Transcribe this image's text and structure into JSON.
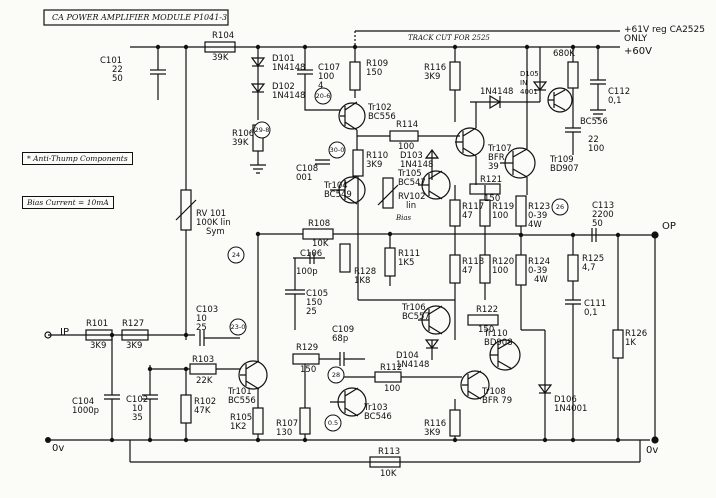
{
  "title": "CA POWER AMPLIFIER MODULE   P1041-3",
  "rails": {
    "v61": "+61V reg CA2525 ONLY",
    "v60": "+60V",
    "track_cut": "TRACK CUT FOR 2525"
  },
  "notes": {
    "anti_thump": "* Anti-Thump Components",
    "bias": "Bias Current = 10mA"
  },
  "io": {
    "input": "IP",
    "output": "OP",
    "ground_left": "0v",
    "ground_right": "0v"
  },
  "components": {
    "C101": [
      "C101",
      "22",
      "50"
    ],
    "R104": [
      "R104",
      "39K"
    ],
    "D101": [
      "D101",
      "1N4148"
    ],
    "D102": [
      "D102",
      "1N4148"
    ],
    "C107": [
      "C107",
      "100",
      "4"
    ],
    "R109": [
      "R109",
      "150"
    ],
    "R116a": [
      "R116",
      "3K9"
    ],
    "TR102": [
      "Tr102",
      "BC556"
    ],
    "R106": [
      "R106",
      "39K"
    ],
    "R114": [
      "R114",
      "100"
    ],
    "D1N4148": "1N4148",
    "TR107": [
      "Tr107",
      "BFR",
      "39"
    ],
    "TR109": [
      "Tr109",
      "BD907"
    ],
    "D105": [
      "D105",
      "IN",
      "4001"
    ],
    "R680": "680K",
    "C112": [
      "C112",
      "0,1"
    ],
    "BC556b": "BC556",
    "C22": [
      "22",
      "100"
    ],
    "R110": [
      "R110",
      "3K9"
    ],
    "D103": [
      "D103",
      "1N4148"
    ],
    "C108": [
      "C108",
      "001"
    ],
    "TR104": [
      "Tr104",
      "BC549"
    ],
    "TR105": [
      "Tr105",
      "BC547"
    ],
    "RV102": [
      "RV102",
      "lin"
    ],
    "bias_label": "Bias",
    "R117": [
      "R117",
      "47"
    ],
    "R119": [
      "R119",
      "100"
    ],
    "R121": [
      "R121",
      "150"
    ],
    "R123": [
      "R123",
      "0-39",
      "4W"
    ],
    "C113": [
      "C113",
      "2200",
      "50"
    ],
    "RV101": [
      "RV 101",
      "100K lin",
      "Sym"
    ],
    "R108": [
      "R108",
      "10K"
    ],
    "C106": [
      "C106",
      "100p"
    ],
    "R128": [
      "R128",
      "1K8"
    ],
    "R111": [
      "R111",
      "1K5"
    ],
    "R118": [
      "R118",
      "47"
    ],
    "R120": [
      "R120",
      "100"
    ],
    "R124": [
      "R124",
      "0-39",
      "4W"
    ],
    "R125": [
      "R125",
      "4,7"
    ],
    "C105": [
      "C105",
      "150",
      "25"
    ],
    "TR106": [
      "Tr106",
      "BC557"
    ],
    "R122": [
      "R122",
      "150"
    ],
    "C111": [
      "C111",
      "0,1"
    ],
    "R101": [
      "R101",
      "3K9"
    ],
    "R127": [
      "R127",
      "3K9"
    ],
    "C103": [
      "C103",
      "10",
      "25"
    ],
    "C109": [
      "C109",
      "68p"
    ],
    "R129": [
      "R129",
      "150"
    ],
    "D104": [
      "D104",
      "1N4148"
    ],
    "TR110": [
      "Tr110",
      "BD908"
    ],
    "R126": [
      "R126",
      "1K"
    ],
    "R103": [
      "R103",
      "22K"
    ],
    "TR101": [
      "Tr101",
      "BC556"
    ],
    "R112": [
      "R112",
      "100"
    ],
    "TR108": [
      "Tr108",
      "BFR 79"
    ],
    "C104": [
      "C104",
      "1000p"
    ],
    "C102": [
      "C102",
      "10",
      "35"
    ],
    "R102": [
      "R102",
      "47K"
    ],
    "TR103": [
      "Tr103",
      "BC546"
    ],
    "D106": [
      "D106",
      "1N4001"
    ],
    "R105": [
      "R105",
      "1K2"
    ],
    "R107": [
      "R107",
      "130"
    ],
    "R116b": [
      "R116",
      "3K9"
    ],
    "R113": [
      "R113",
      "10K"
    ]
  },
  "nodes": [
    "20-6",
    "29-8",
    "30-0",
    "24",
    "23-0",
    "28",
    "0.5",
    "26"
  ]
}
